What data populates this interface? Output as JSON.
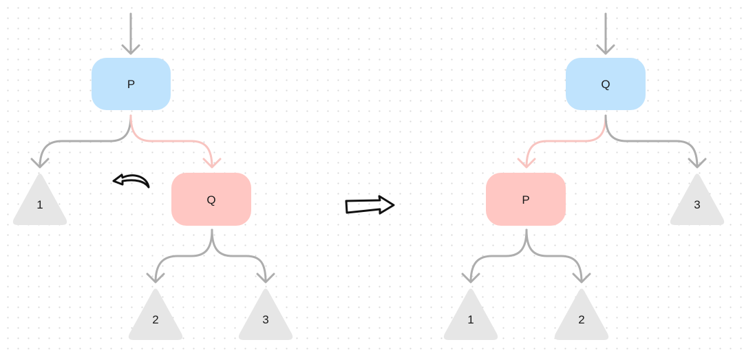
{
  "colors": {
    "root_node": "#bfe3fd",
    "child_node": "#ffc7c3",
    "leaf": "#e6e6e6",
    "edge": "#adadad",
    "edge_highlight": "#f8c4c0",
    "action_arrow": "#111111"
  },
  "before": {
    "root_label": "P",
    "child_label": "Q",
    "leaves": [
      "1",
      "2",
      "3"
    ]
  },
  "after": {
    "root_label": "Q",
    "child_label": "P",
    "leaves": [
      "1",
      "2",
      "3"
    ]
  },
  "icons": {
    "rotation": "rotate-left-arrow-icon",
    "transform": "right-arrow-icon"
  }
}
